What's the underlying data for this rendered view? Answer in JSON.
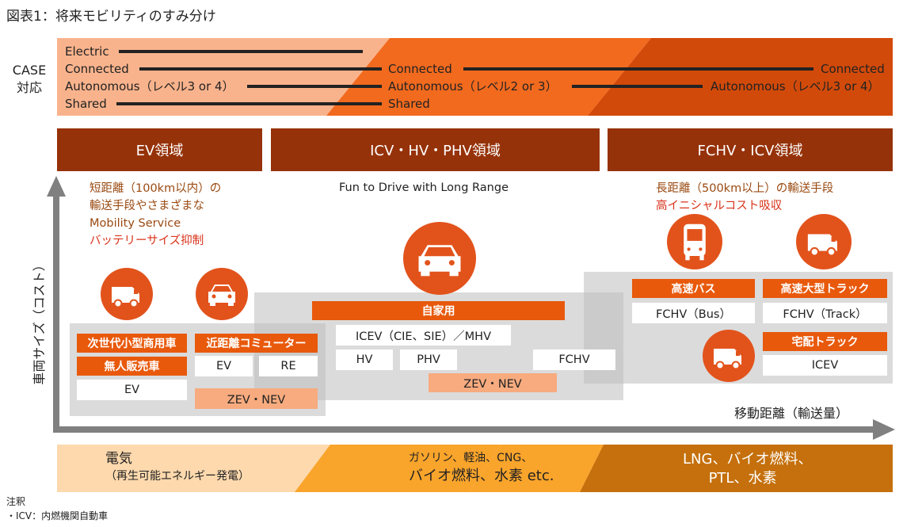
{
  "title": "図表1：将来モビリティのすみ分け",
  "case_label": [
    "CASE",
    "対応"
  ],
  "case_rows": {
    "electric": "Electric",
    "connected_left": "Connected",
    "autonomous_left": "Autonomous（レベル3 or 4）",
    "shared_left": "Shared",
    "connected_mid": "Connected",
    "autonomous_mid": "Autonomous（レベル2 or 3）",
    "shared_mid": "Shared",
    "connected_right": "Connected",
    "autonomous_right": "Autonomous（レベル3 or 4）"
  },
  "headers": {
    "ev": "EV領域",
    "icv": "ICV・HV・PHV領域",
    "fchv": "FCHV・ICV領域"
  },
  "descriptions": {
    "ev_line1": "短距離（100km以内）の",
    "ev_line2": "輸送手段やさまざまな",
    "ev_line3": "Mobility Service",
    "ev_line4": "バッテリーサイズ抑制",
    "icv_line1": "Fun to Drive with Long Range",
    "fchv_line1": "長距離（500km以上）の輸送手段",
    "fchv_line2": "高イニシャルコスト吸収"
  },
  "axes": {
    "y_label": "車両サイズ（コスト）",
    "x_label": "移動距離（輸送量）"
  },
  "ev_region": {
    "commercial": "次世代小型商用車",
    "vending": "無人販売車",
    "ev_box": "EV",
    "commuter": "近距離コミューター",
    "ev_small": "EV",
    "re_small": "RE",
    "zev_nev": "ZEV・NEV"
  },
  "icv_region": {
    "private": "自家用",
    "icev": "ICEV（CIE、SIE）／MHV",
    "hv": "HV",
    "phv": "PHV",
    "fchv": "FCHV",
    "zev_nev": "ZEV・NEV"
  },
  "fchv_region": {
    "bus": "高速バス",
    "bus_value": "FCHV（Bus）",
    "truck": "高速大型トラック",
    "truck_value": "FCHV（Track）",
    "delivery": "宅配トラック",
    "delivery_value": "ICEV"
  },
  "energy": {
    "left_line1": "電気",
    "left_line2": "（再生可能エネルギー発電）",
    "mid_line1": "ガソリン、軽油、CNG、",
    "mid_line2": "バイオ燃料、水素 etc.",
    "right_line1": "LNG、バイオ燃料、",
    "right_line2": "PTL、水素"
  },
  "notes": {
    "heading": "注釈",
    "line1": "・ICV：内燃機関自動車"
  },
  "colors": {
    "header_brown": "#963209",
    "accent_orange": "#e8590c",
    "peach": "#f7ab7f",
    "band_light": "#f9b38c",
    "band_mid": "#f26a1e",
    "band_dark": "#d24a0a",
    "energy_light": "#fdd9ad",
    "energy_mid": "#f9a42b",
    "energy_dark": "#c5700c"
  },
  "icons": [
    "van-icon",
    "car-icon",
    "car-large-icon",
    "bus-icon",
    "van-icon",
    "van-icon"
  ]
}
